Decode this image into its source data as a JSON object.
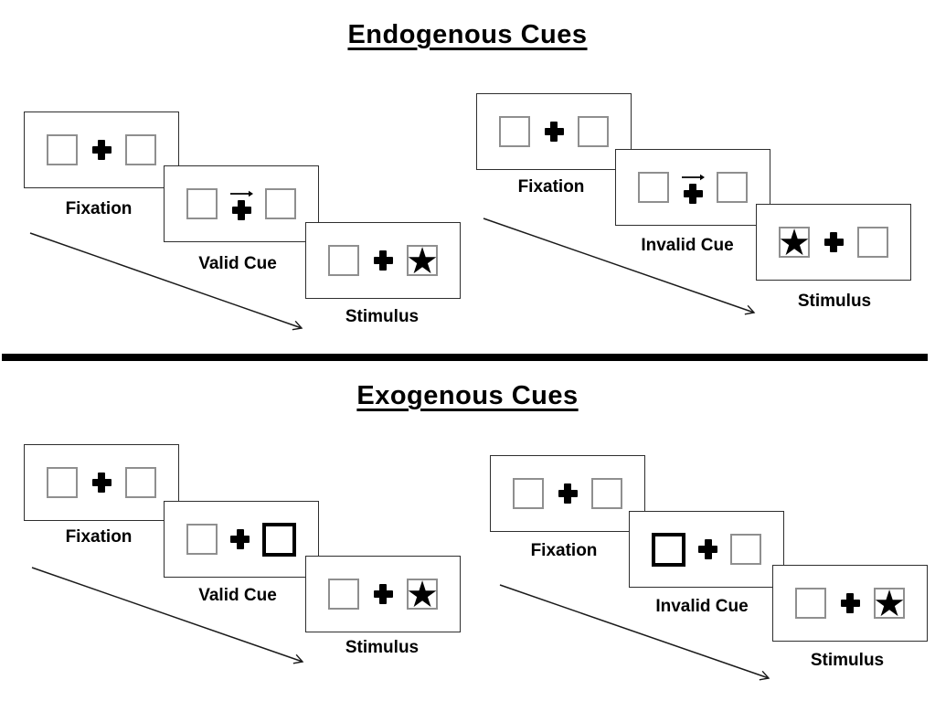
{
  "figure": {
    "kind": "posner-cueing-task-diagram",
    "background": "#ffffff"
  },
  "colors": {
    "text": "#000000",
    "card_border": "#2e2e2e",
    "placeholder_square_border": "#8f8f8f",
    "cue_square_border": "#000000",
    "arrow": "#1a1a1a",
    "divider": "#000000"
  },
  "icons": {
    "star": "★",
    "fixation_cross": "✚",
    "cue_arrow": "→",
    "sequence_arrow": "↘"
  },
  "sections": [
    {
      "title": "Endogenous Cues",
      "panels": [
        {
          "name": "valid-trial",
          "cards": [
            {
              "type": "fixation",
              "label": "Fixation"
            },
            {
              "type": "cue-arrow",
              "label": "Valid Cue",
              "cue_direction": "right"
            },
            {
              "type": "stimulus",
              "label": "Stimulus",
              "star_side": "right"
            }
          ]
        },
        {
          "name": "invalid-trial",
          "cards": [
            {
              "type": "fixation",
              "label": "Fixation"
            },
            {
              "type": "cue-arrow",
              "label": "Invalid Cue",
              "cue_direction": "right"
            },
            {
              "type": "stimulus",
              "label": "Stimulus",
              "star_side": "left"
            }
          ]
        }
      ]
    },
    {
      "title": "Exogenous Cues",
      "panels": [
        {
          "name": "valid-trial",
          "cards": [
            {
              "type": "fixation",
              "label": "Fixation"
            },
            {
              "type": "cue-box",
              "label": "Valid Cue",
              "cue_side": "right"
            },
            {
              "type": "stimulus",
              "label": "Stimulus",
              "star_side": "right"
            }
          ]
        },
        {
          "name": "invalid-trial",
          "cards": [
            {
              "type": "fixation",
              "label": "Fixation"
            },
            {
              "type": "cue-box",
              "label": "Invalid Cue",
              "cue_side": "left"
            },
            {
              "type": "stimulus",
              "label": "Stimulus",
              "star_side": "right"
            }
          ]
        }
      ]
    }
  ]
}
